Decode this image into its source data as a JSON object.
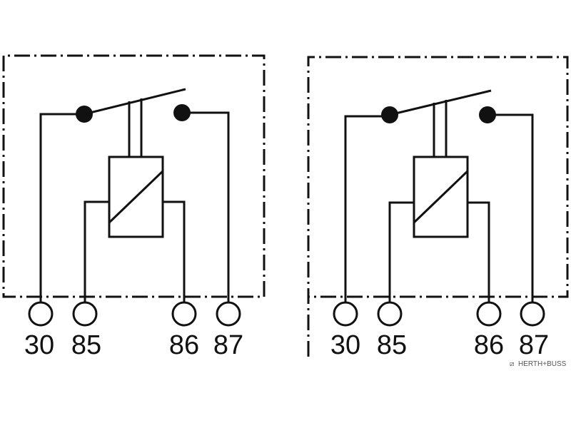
{
  "colors": {
    "line": "#111111",
    "background": "#ffffff",
    "watermark": "#555555"
  },
  "relays": [
    {
      "pins": [
        {
          "label": "30"
        },
        {
          "label": "85"
        },
        {
          "label": "86"
        },
        {
          "label": "87"
        }
      ]
    },
    {
      "pins": [
        {
          "label": "30"
        },
        {
          "label": "85"
        },
        {
          "label": "86"
        },
        {
          "label": "87"
        }
      ]
    }
  ],
  "watermark": "HERTH+BUSS"
}
